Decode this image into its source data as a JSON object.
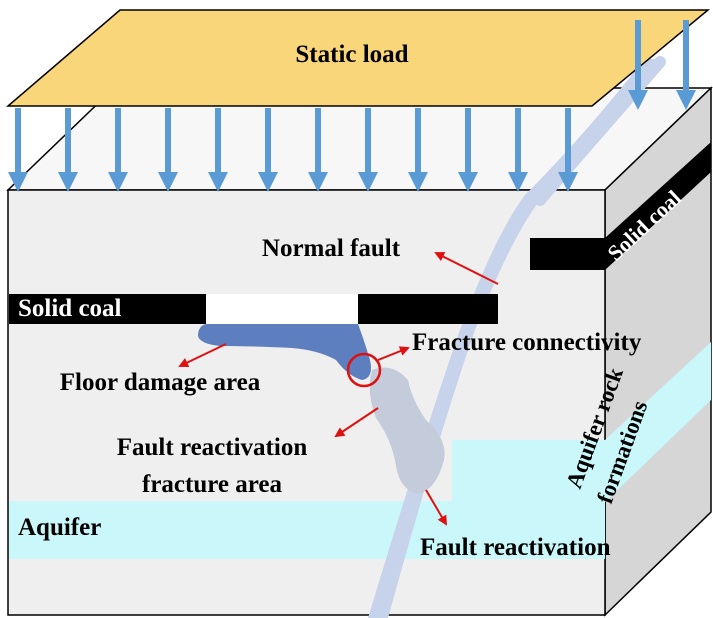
{
  "diagram": {
    "labels": {
      "static_load": "Static load",
      "normal_fault": "Normal fault",
      "solid_coal_front": "Solid coal",
      "solid_coal_side": "Solid coal",
      "fracture_connectivity": "Fracture connectivity",
      "floor_damage_area": "Floor damage area",
      "fault_reactivation_area_line1": "Fault reactivation",
      "fault_reactivation_area_line2": "fracture area",
      "aquifer": "Aquifer",
      "aquifer_rock_line1": "Aquifer rock",
      "aquifer_rock_line2": "formations",
      "fault_reactivation": "Fault reactivation"
    },
    "colors": {
      "load_plate": "#FAD67A",
      "arrow_blue": "#5B9BD5",
      "block_front": "#EFEFEF",
      "block_side": "#D6D6D6",
      "block_top": "#F7F7F7",
      "coal": "#000000",
      "aquifer": "#C9F7FA",
      "fault_band": "#C7D3EA",
      "floor_damage": "#5E7FBF",
      "reactivation_area": "#C4CBDA",
      "pointer_red": "#E01010"
    },
    "icons": [
      "down-arrow-icon",
      "red-pointer-arrow-icon",
      "fracture-circle-icon"
    ]
  }
}
